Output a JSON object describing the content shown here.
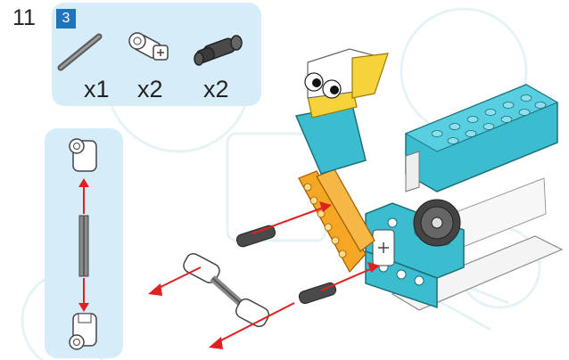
{
  "instruction": {
    "step_number": "11",
    "parts_panel": {
      "bag_number": "3",
      "parts": [
        {
          "name": "axle",
          "quantity": "x1",
          "color": "#8a8a8a"
        },
        {
          "name": "axle-connector",
          "quantity": "x2",
          "color": "#ffffff"
        },
        {
          "name": "friction-pin",
          "quantity": "x2",
          "color": "#4a4a4a"
        }
      ]
    },
    "subassembly": [
      "axle-connector",
      "axle",
      "axle-connector"
    ],
    "colors": {
      "panel_bg": "#d6ecf9",
      "bag_badge": "#1f74bb",
      "arrow": "#e02020",
      "brick_teal": "#3bbccf",
      "brick_orange": "#f5a623",
      "brick_yellow": "#f7d33b",
      "brick_white": "#ffffff",
      "brick_grey": "#555555"
    }
  }
}
